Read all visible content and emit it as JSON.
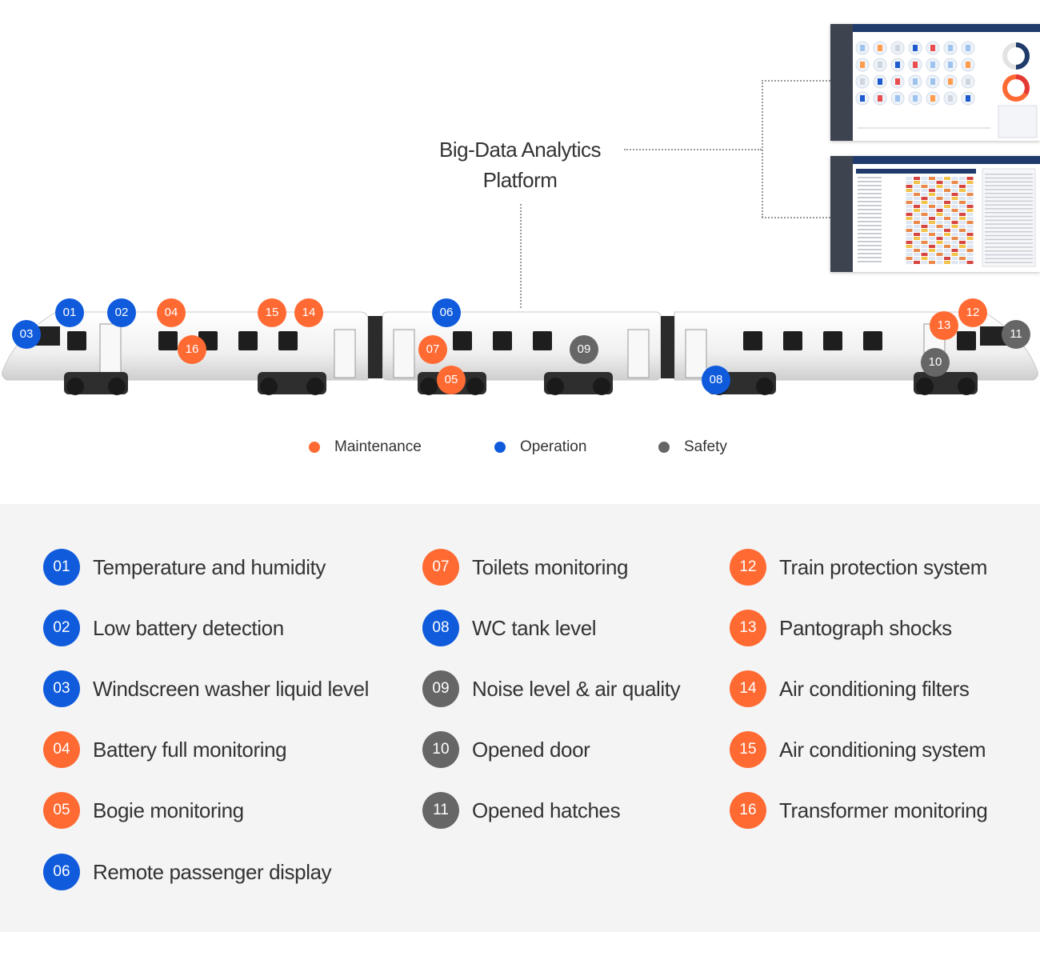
{
  "platform": {
    "title_line1": "Big-Data Analytics",
    "title_line2": "Platform"
  },
  "legend": [
    {
      "label": "Maintenance",
      "color": "#ff6a33"
    },
    {
      "label": "Operation",
      "color": "#0f5bdc"
    },
    {
      "label": "Safety",
      "color": "#666666"
    }
  ],
  "markers": [
    {
      "num": "01",
      "cat": "o"
    },
    {
      "num": "02",
      "cat": "o"
    },
    {
      "num": "03",
      "cat": "o"
    },
    {
      "num": "04",
      "cat": "m"
    },
    {
      "num": "05",
      "cat": "m"
    },
    {
      "num": "06",
      "cat": "o"
    },
    {
      "num": "07",
      "cat": "m"
    },
    {
      "num": "08",
      "cat": "o"
    },
    {
      "num": "09",
      "cat": "s"
    },
    {
      "num": "10",
      "cat": "s"
    },
    {
      "num": "11",
      "cat": "s"
    },
    {
      "num": "12",
      "cat": "m"
    },
    {
      "num": "13",
      "cat": "m"
    },
    {
      "num": "14",
      "cat": "m"
    },
    {
      "num": "15",
      "cat": "m"
    },
    {
      "num": "16",
      "cat": "m"
    }
  ],
  "items": [
    {
      "num": "01",
      "label": "Temperature and humidity",
      "cat": "o"
    },
    {
      "num": "02",
      "label": "Low battery detection",
      "cat": "o"
    },
    {
      "num": "03",
      "label": "Windscreen washer liquid level",
      "cat": "o"
    },
    {
      "num": "04",
      "label": "Battery full monitoring",
      "cat": "m"
    },
    {
      "num": "05",
      "label": "Bogie monitoring",
      "cat": "m"
    },
    {
      "num": "06",
      "label": "Remote passenger display",
      "cat": "o"
    },
    {
      "num": "07",
      "label": "Toilets monitoring",
      "cat": "m"
    },
    {
      "num": "08",
      "label": "WC tank level",
      "cat": "o"
    },
    {
      "num": "09",
      "label": "Noise level & air quality",
      "cat": "s"
    },
    {
      "num": "10",
      "label": "Opened door",
      "cat": "s"
    },
    {
      "num": "11",
      "label": "Opened hatches",
      "cat": "s"
    },
    {
      "num": "12",
      "label": "Train protection system",
      "cat": "m"
    },
    {
      "num": "13",
      "label": "Pantograph shocks",
      "cat": "m"
    },
    {
      "num": "14",
      "label": "Air conditioning filters",
      "cat": "m"
    },
    {
      "num": "15",
      "label": "Air conditioning system",
      "cat": "m"
    },
    {
      "num": "16",
      "label": "Transformer monitoring",
      "cat": "m"
    }
  ]
}
